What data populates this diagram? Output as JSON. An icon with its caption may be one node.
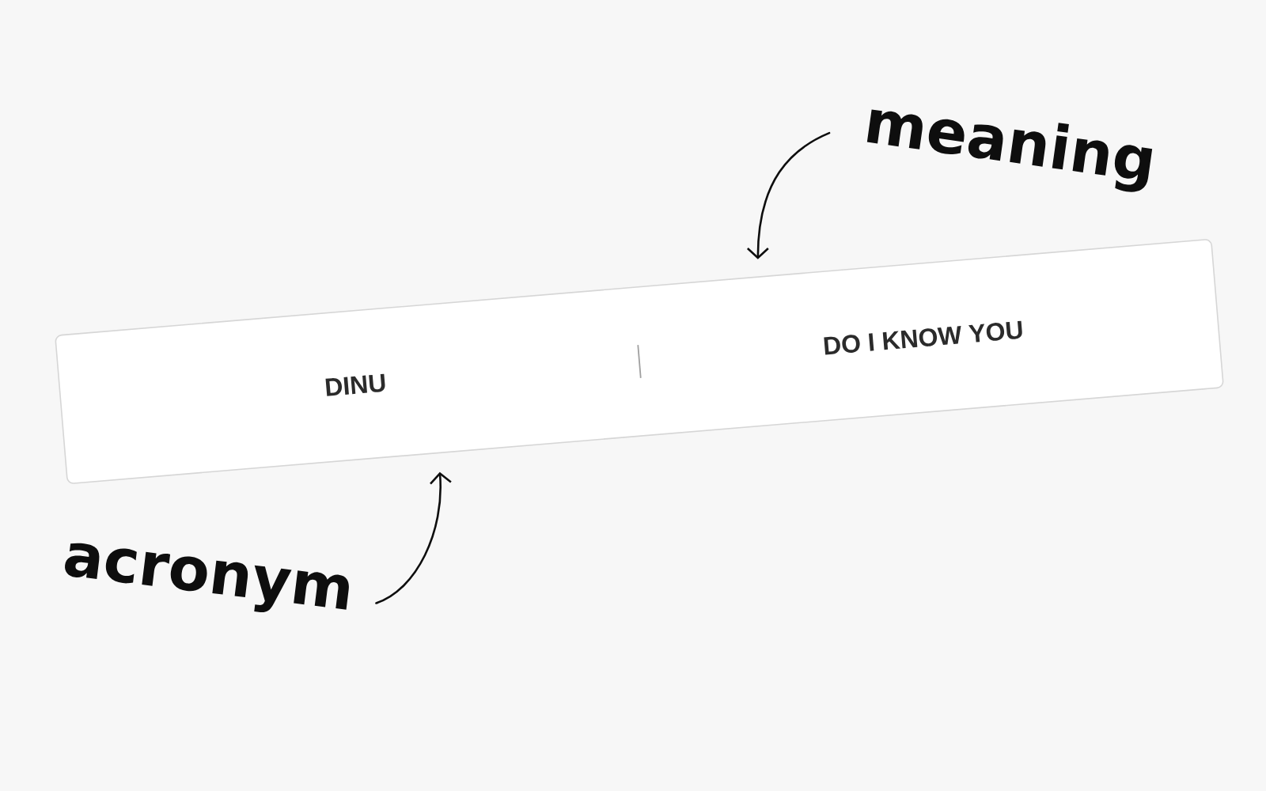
{
  "diagram": {
    "nodes": [
      {
        "text": [],
        "shape": "box"
      },
      {
        "text": [
          "DINU"
        ],
        "in": 0
      },
      {
        "text": [
          "DO I KNOW YOU"
        ],
        "in": 0
      },
      {
        "text": [
          "meaning"
        ]
      },
      {
        "text": [
          "acronym"
        ]
      }
    ],
    "edges": [
      {
        "from": 3,
        "to": 2,
        "arrow": "to"
      },
      {
        "from": 4,
        "to": 1,
        "arrow": "to"
      }
    ]
  }
}
